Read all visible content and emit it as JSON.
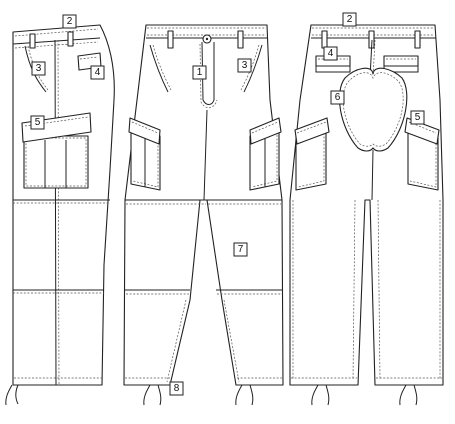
{
  "views": [
    {
      "id": "side",
      "callouts": [
        "2",
        "3",
        "4",
        "5"
      ]
    },
    {
      "id": "front",
      "callouts": [
        "1",
        "3",
        "7",
        "8"
      ]
    },
    {
      "id": "back",
      "callouts": [
        "2",
        "4",
        "5",
        "6"
      ]
    }
  ],
  "line_color": "#222222",
  "fill_color": "#ffffff"
}
